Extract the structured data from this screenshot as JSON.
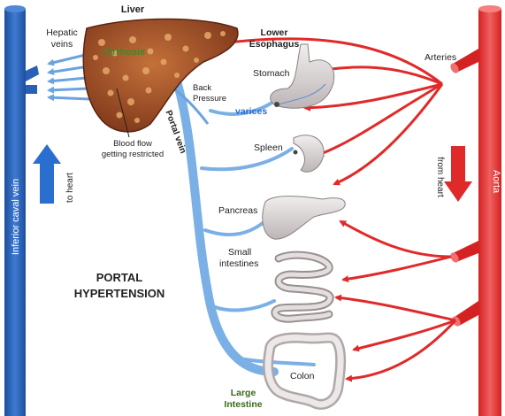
{
  "labels": {
    "liver": "Liver",
    "cirrhosis": "Cirrhosis",
    "hepatic_veins_1": "Hepatic",
    "hepatic_veins_2": "veins",
    "blood_flow_1": "Blood flow",
    "blood_flow_2": "getting restricted",
    "back_pressure_1": "Back",
    "back_pressure_2": "Pressure",
    "portal_vein": "Portal vein",
    "lower_esophagus_1": "Lower",
    "lower_esophagus_2": "Esophagus",
    "stomach": "Stomach",
    "varices": "varices",
    "spleen": "Spleen",
    "pancreas": "Pancreas",
    "small_intestines_1": "Small",
    "small_intestines_2": "intestines",
    "colon": "Colon",
    "large_intestine_1": "Large",
    "large_intestine_2": "Intestine",
    "arteries": "Arteries",
    "inferior_caval_vein": "Inferior caval vein",
    "to_heart": "to heart",
    "aorta": "Aorta",
    "from_heart": "from heart",
    "title_1": "PORTAL",
    "title_2": "HYPERTENSION"
  },
  "colors": {
    "vein_blue": "#2a5fb8",
    "portal_blue": "#7ab0e6",
    "artery_red": "#e02a2a",
    "liver_brown": "#9a4a2a",
    "organ_gray": "#e4e0e0"
  }
}
